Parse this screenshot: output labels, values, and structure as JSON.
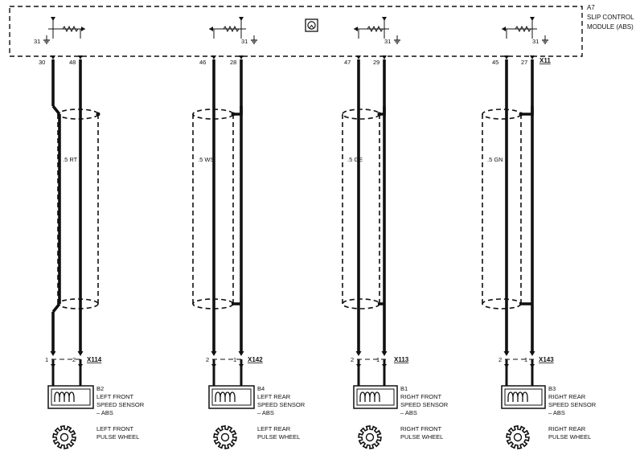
{
  "module": {
    "ref": "A7",
    "name_line1": "SLIP CONTROL",
    "name_line2": "MODULE (ABS)",
    "connector": "X11",
    "ground_label": "31"
  },
  "sensors": [
    {
      "id": "lf",
      "module_pins": [
        "30",
        "48"
      ],
      "wire_color": ".5 RT",
      "connector": "X114",
      "conn_pins": [
        "1",
        "2"
      ],
      "sensor_ref": "B2",
      "sensor_name": [
        "LEFT FRONT",
        "SPEED SENSOR",
        "– ABS"
      ],
      "wheel_name": [
        "LEFT FRONT",
        "PULSE WHEEL"
      ]
    },
    {
      "id": "lr",
      "module_pins": [
        "46",
        "28"
      ],
      "wire_color": ".5 WS",
      "connector": "X142",
      "conn_pins": [
        "2",
        "1"
      ],
      "sensor_ref": "B4",
      "sensor_name": [
        "LEFT REAR",
        "SPEED SENSOR",
        "– ABS"
      ],
      "wheel_name": [
        "LEFT REAR",
        "PULSE WHEEL"
      ]
    },
    {
      "id": "rf",
      "module_pins": [
        "47",
        "29"
      ],
      "wire_color": ".5 GE",
      "connector": "X113",
      "conn_pins": [
        "2",
        "1"
      ],
      "sensor_ref": "B1",
      "sensor_name": [
        "RIGHT FRONT",
        "SPEED SENSOR",
        "– ABS"
      ],
      "wheel_name": [
        "RIGHT FRONT",
        "PULSE WHEEL"
      ]
    },
    {
      "id": "rr",
      "module_pins": [
        "45",
        "27"
      ],
      "wire_color": ".5 GN",
      "connector": "X143",
      "conn_pins": [
        "2",
        "1"
      ],
      "sensor_ref": "B3",
      "sensor_name": [
        "RIGHT REAR",
        "SPEED SENSOR",
        "– ABS"
      ],
      "wheel_name": [
        "RIGHT REAR",
        "PULSE WHEEL"
      ]
    }
  ]
}
